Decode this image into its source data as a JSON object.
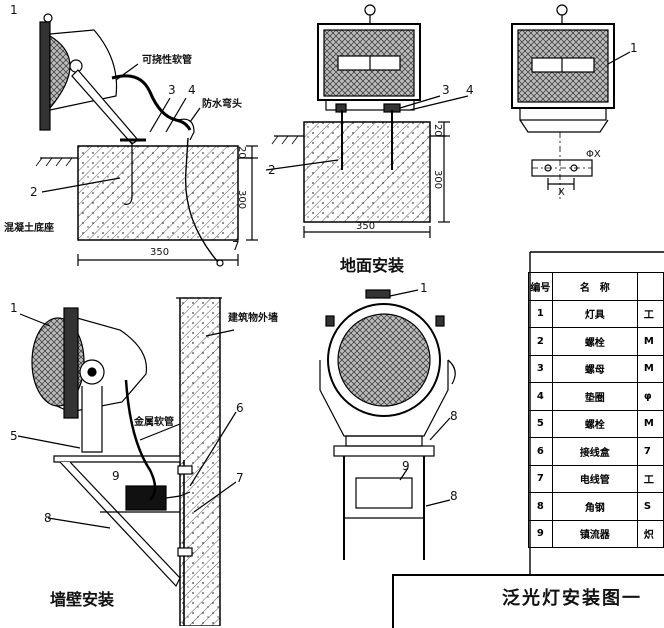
{
  "drawing": {
    "title": "泛光灯安装图一",
    "views": {
      "ground_title": "地面安装",
      "wall_title": "墙壁安装"
    },
    "callouts": {
      "flex_hose": "可挠性软管",
      "waterproof_elbow": "防水弯头",
      "concrete_base": "混凝土底座",
      "metal_hose": "金属软管",
      "building_wall": "建筑物外墙"
    },
    "dimensions": {
      "d350a": "350",
      "d300a": "300",
      "d20a": "20",
      "d350b": "350",
      "d300b": "300",
      "d20b": "20",
      "phix": "ΦX",
      "x": "X"
    },
    "markers": [
      "1",
      "2",
      "3",
      "4",
      "5",
      "6",
      "7",
      "8",
      "9"
    ]
  },
  "parts_table": {
    "headers": [
      "编号",
      "名　称",
      ""
    ],
    "rows": [
      {
        "no": "1",
        "name": "灯具",
        "spec": "工"
      },
      {
        "no": "2",
        "name": "螺栓",
        "spec": "M"
      },
      {
        "no": "3",
        "name": "螺母",
        "spec": "M"
      },
      {
        "no": "4",
        "name": "垫圈",
        "spec": "φ"
      },
      {
        "no": "5",
        "name": "螺栓",
        "spec": "M"
      },
      {
        "no": "6",
        "name": "接线盒",
        "spec": "7"
      },
      {
        "no": "7",
        "name": "电线管",
        "spec": "工"
      },
      {
        "no": "8",
        "name": "角钢",
        "spec": "S"
      },
      {
        "no": "9",
        "name": "镇流器",
        "spec": "炽"
      }
    ]
  }
}
